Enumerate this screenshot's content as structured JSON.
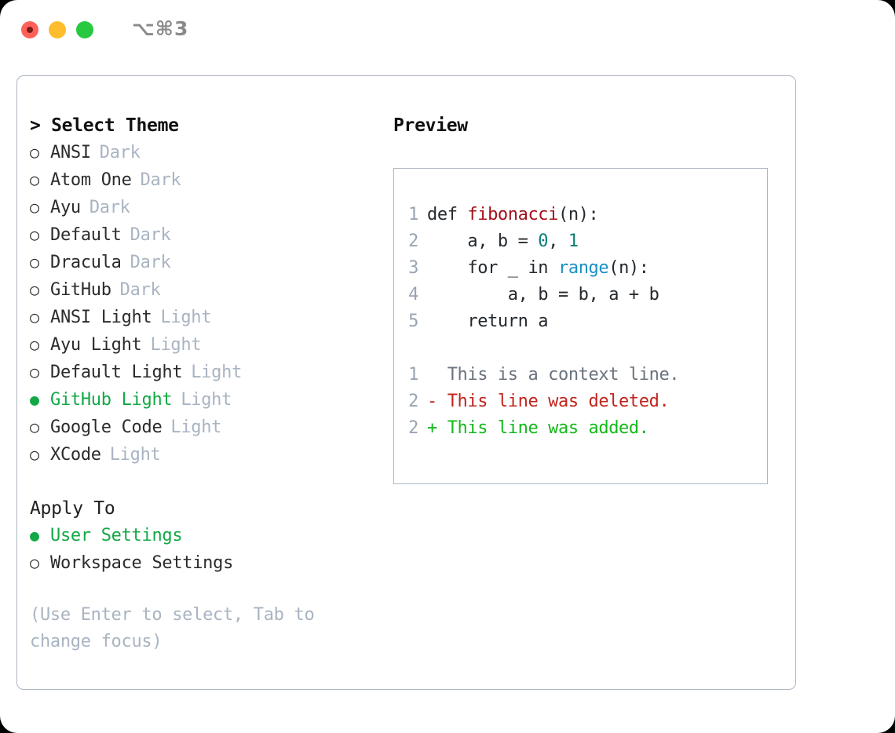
{
  "window": {
    "shortcut": "⌥⌘3",
    "traffic_lights": [
      "close",
      "minimize",
      "maximize"
    ],
    "colors": {
      "close": "#ff6159",
      "minimize": "#ffbd2e",
      "maximize": "#28c840",
      "accent_green": "#12a845",
      "border": "#aeb6c2",
      "muted": "#a9b4c2"
    }
  },
  "theme_panel": {
    "header": "> Select Theme",
    "focused": true,
    "markers": {
      "selected": "●",
      "unselected": "○"
    },
    "items": [
      {
        "name": "ANSI",
        "badge": "Dark",
        "selected": false
      },
      {
        "name": "Atom One",
        "badge": "Dark",
        "selected": false
      },
      {
        "name": "Ayu",
        "badge": "Dark",
        "selected": false
      },
      {
        "name": "Default",
        "badge": "Dark",
        "selected": false
      },
      {
        "name": "Dracula",
        "badge": "Dark",
        "selected": false
      },
      {
        "name": "GitHub",
        "badge": "Dark",
        "selected": false
      },
      {
        "name": "ANSI Light",
        "badge": "Light",
        "selected": false
      },
      {
        "name": "Ayu Light",
        "badge": "Light",
        "selected": false
      },
      {
        "name": "Default Light",
        "badge": "Light",
        "selected": false
      },
      {
        "name": "GitHub Light",
        "badge": "Light",
        "selected": true
      },
      {
        "name": "Google Code",
        "badge": "Light",
        "selected": false
      },
      {
        "name": "XCode",
        "badge": "Light",
        "selected": false
      }
    ]
  },
  "apply_to_panel": {
    "header": "Apply To",
    "focused": false,
    "items": [
      {
        "name": "User Settings",
        "selected": true
      },
      {
        "name": "Workspace Settings",
        "selected": false
      }
    ]
  },
  "hint": "(Use Enter to select, Tab to change focus)",
  "preview": {
    "title": "Preview",
    "code_lines": [
      {
        "lineno": "1",
        "tokens": [
          {
            "text": "def ",
            "type": "plain"
          },
          {
            "text": "fibonacci",
            "type": "function"
          },
          {
            "text": "(n):",
            "type": "plain"
          }
        ]
      },
      {
        "lineno": "2",
        "tokens": [
          {
            "text": "    a, b = ",
            "type": "plain"
          },
          {
            "text": "0",
            "type": "number"
          },
          {
            "text": ", ",
            "type": "plain"
          },
          {
            "text": "1",
            "type": "number"
          }
        ]
      },
      {
        "lineno": "3",
        "tokens": [
          {
            "text": "    for _ in ",
            "type": "plain"
          },
          {
            "text": "range",
            "type": "builtin"
          },
          {
            "text": "(n):",
            "type": "plain"
          }
        ]
      },
      {
        "lineno": "4",
        "tokens": [
          {
            "text": "        a, b = b, a + b",
            "type": "plain"
          }
        ]
      },
      {
        "lineno": "5",
        "tokens": [
          {
            "text": "    return a",
            "type": "plain"
          }
        ]
      }
    ],
    "diff_lines": [
      {
        "lineno": "1",
        "marker": " ",
        "text": "  This is a context line.",
        "type": "context"
      },
      {
        "lineno": "2",
        "marker": "-",
        "text": "- This line was deleted.",
        "type": "deleted"
      },
      {
        "lineno": "2",
        "marker": "+",
        "text": "+ This line was added.",
        "type": "added"
      }
    ],
    "syntax_colors": {
      "function": "#a3111b",
      "number": "#0a7d76",
      "builtin": "#1a8fc4",
      "plain": "#24292e",
      "lineno": "#98a4b3",
      "diff_context": "#6a737d",
      "diff_deleted": "#c0241c",
      "diff_added": "#14b81c"
    }
  }
}
